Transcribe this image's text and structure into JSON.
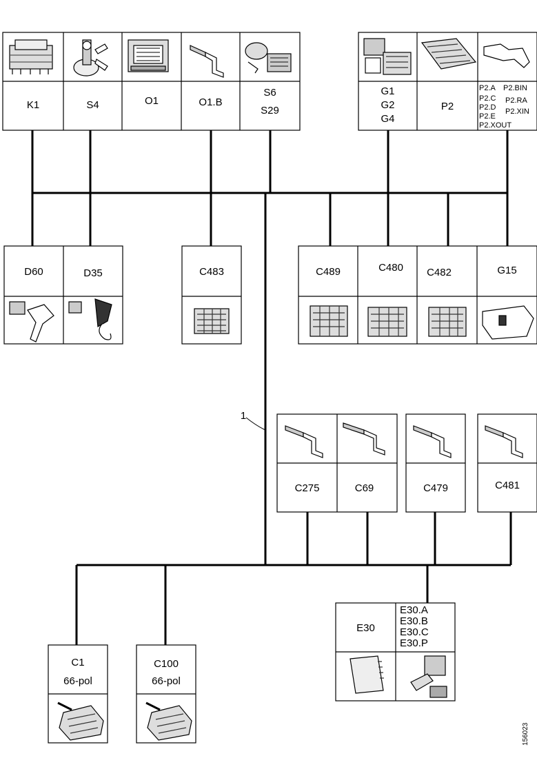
{
  "labels": {
    "K1": "K1",
    "S4": "S4",
    "O1": "O1",
    "O1B": "O1.B",
    "S6": "S6",
    "S29": "S29",
    "G1": "G1",
    "G2": "G2",
    "G4": "G4",
    "P2": "P2",
    "P2A": "P2.A",
    "P2C": "P2.C",
    "P2D": "P2.D",
    "P2E": "P2.E",
    "P2XOUT": "P2.XOUT",
    "P2BIN": "P2.BIN",
    "P2RA": "P2.RA",
    "P2XIN": "P2.XIN",
    "D60": "D60",
    "D35": "D35",
    "C483": "C483",
    "C489": "C489",
    "C480": "C480",
    "C482": "C482",
    "G15": "G15",
    "C275": "C275",
    "C69": "C69",
    "C479": "C479",
    "C481": "C481",
    "E30": "E30",
    "E30A": "E30.A",
    "E30B": "E30.B",
    "E30C": "E30.C",
    "E30P": "E30.P",
    "C1": "C1",
    "C1pol": "66-pol",
    "C100": "C100",
    "C100pol": "66-pol",
    "ref1": "1",
    "figcode": "156023"
  }
}
